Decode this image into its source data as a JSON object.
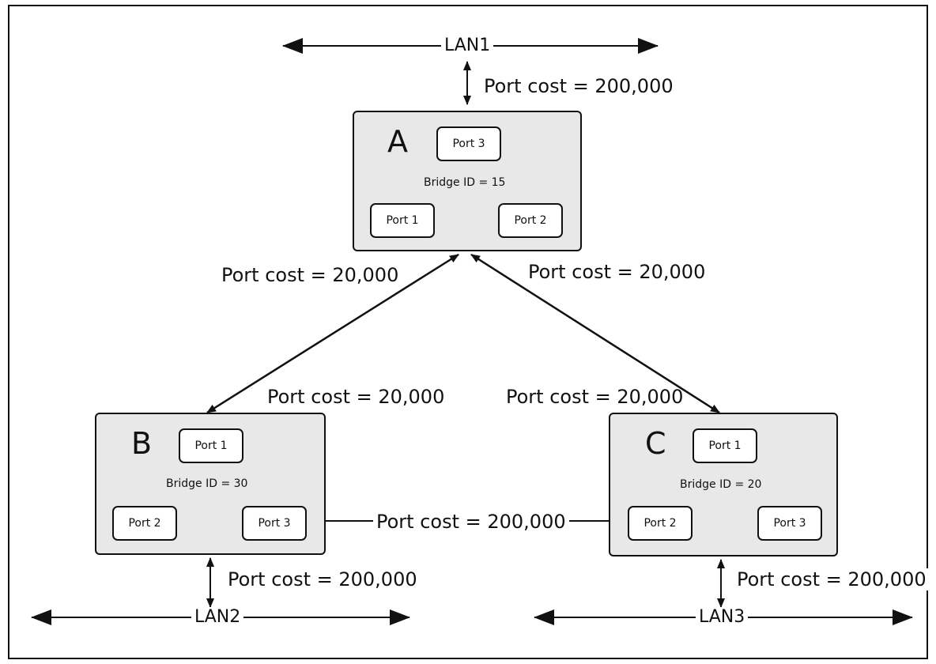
{
  "diagram": {
    "lans": {
      "lan1": "LAN1",
      "lan2": "LAN2",
      "lan3": "LAN3"
    },
    "bridges": {
      "a": {
        "name": "A",
        "bridge_id": "Bridge ID = 15",
        "ports": {
          "top": "Port 3",
          "left": "Port 1",
          "right": "Port 2"
        }
      },
      "b": {
        "name": "B",
        "bridge_id": "Bridge ID = 30",
        "ports": {
          "top": "Port 1",
          "left": "Port 2",
          "right": "Port 3"
        }
      },
      "c": {
        "name": "C",
        "bridge_id": "Bridge ID = 20",
        "ports": {
          "top": "Port 1",
          "left": "Port 2",
          "right": "Port 3"
        }
      }
    },
    "costs": {
      "lan1_a": "Port cost = 200,000",
      "a_left": "Port cost = 20,000",
      "a_right": "Port cost = 20,000",
      "b_top": "Port cost = 20,000",
      "c_top": "Port cost = 20,000",
      "b_c": "Port cost = 200,000",
      "b_lan2": "Port cost = 200,000",
      "c_lan3": "Port cost = 200,000"
    }
  }
}
